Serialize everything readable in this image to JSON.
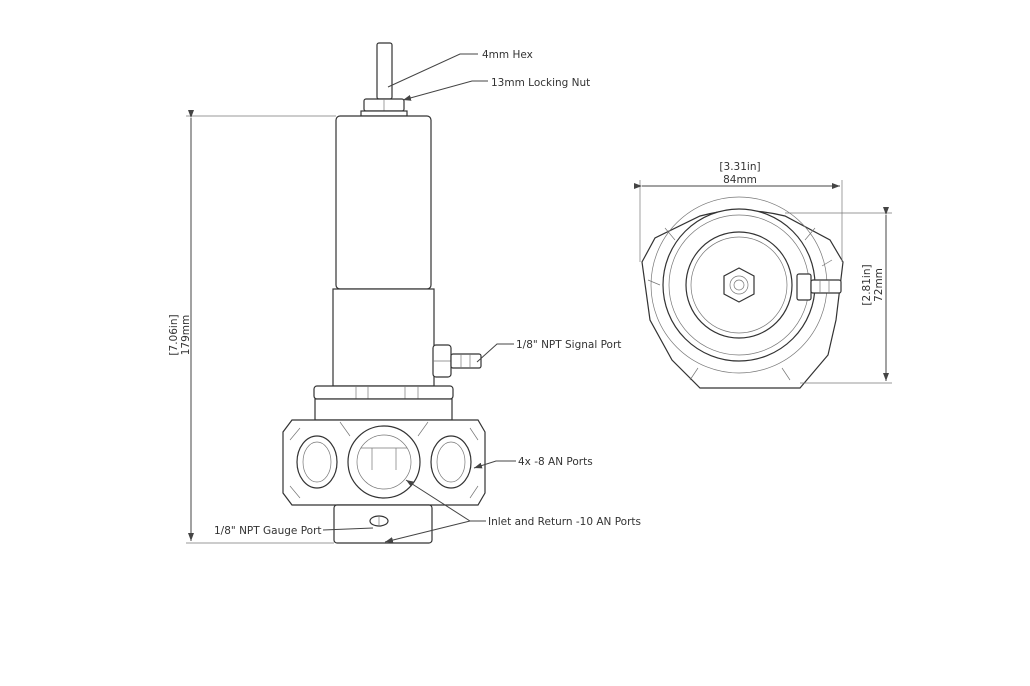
{
  "front_view": {
    "callouts": {
      "hex": "4mm Hex",
      "nut": "13mm Locking Nut",
      "signal_port": "1/8\" NPT Signal Port",
      "an_ports": "4x -8 AN Ports",
      "inlet_return": "Inlet and Return -10 AN Ports",
      "gauge_port": "1/8\" NPT Gauge Port"
    },
    "height_dimension": {
      "inches": "[7.06in]",
      "mm": "179mm"
    }
  },
  "top_view": {
    "width_dimension": {
      "inches": "[3.31in]",
      "mm": "84mm"
    },
    "depth_dimension": {
      "inches": "[2.81in]",
      "mm": "72mm"
    }
  },
  "colors": {
    "line": "#333333",
    "background": "#ffffff"
  }
}
